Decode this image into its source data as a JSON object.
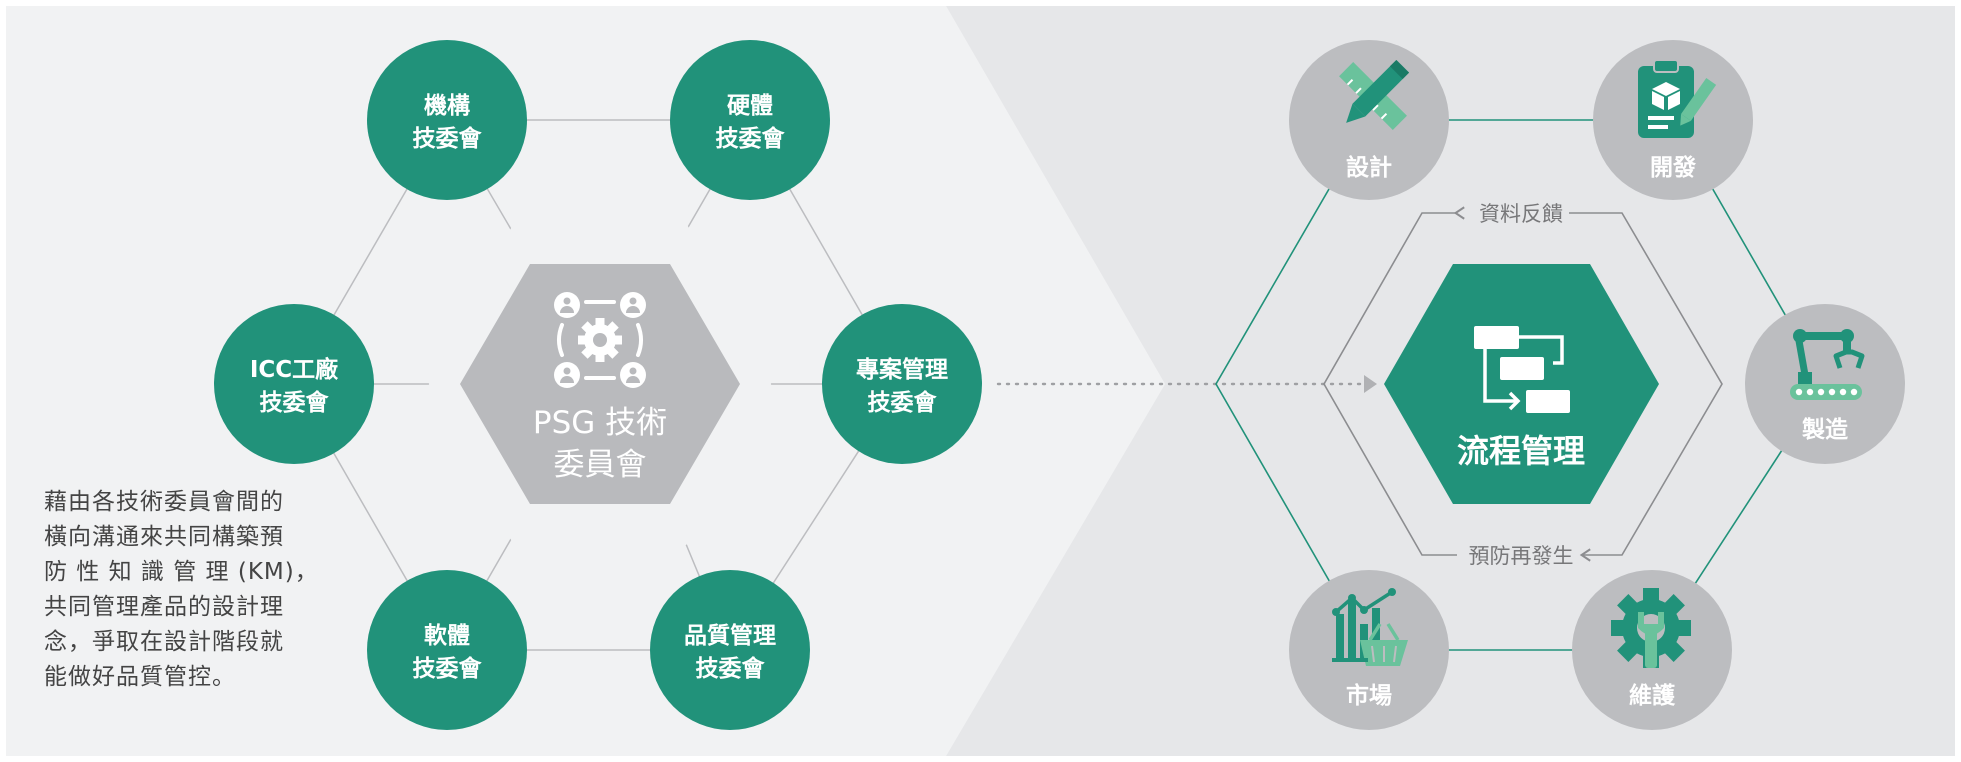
{
  "colors": {
    "accent": "#21927a",
    "gray_node": "#bcbdc0",
    "gray_hex": "#b9babd",
    "left_panel_bg": "#f1f2f3",
    "right_panel_bg": "#e6e7e9",
    "line": "#bcbdc0",
    "arrow_line": "#8c8d90"
  },
  "left": {
    "center": {
      "line1": "PSG 技術",
      "line2": "委員會",
      "icon": "team-settings-icon"
    },
    "committees": [
      {
        "line1": "機構",
        "line2": "技委會"
      },
      {
        "line1": "硬體",
        "line2": "技委會"
      },
      {
        "line1": "專案管理",
        "line2": "技委會"
      },
      {
        "line1": "品質管理",
        "line2": "技委會"
      },
      {
        "line1": "軟體",
        "line2": "技委會"
      },
      {
        "line1": "ICC工廠",
        "line2": "技委會"
      }
    ],
    "description": [
      "藉由各技術委員會間的",
      "橫向溝通來共同構築預",
      "防 性 知 識 管 理 (KM)，",
      "共同管理產品的設計理",
      "念，爭取在設計階段就",
      "能做好品質管控。"
    ]
  },
  "right": {
    "center": {
      "label": "流程管理",
      "icon": "flowchart-icon"
    },
    "feedback_top": "資料反饋",
    "feedback_bottom": "預防再發生",
    "stages": [
      {
        "label": "設計",
        "icon": "pencil-ruler-icon"
      },
      {
        "label": "開發",
        "icon": "clipboard-cube-icon"
      },
      {
        "label": "製造",
        "icon": "robot-arm-conveyor-icon"
      },
      {
        "label": "維護",
        "icon": "gear-wrench-icon"
      },
      {
        "label": "市場",
        "icon": "chart-basket-icon"
      }
    ]
  }
}
